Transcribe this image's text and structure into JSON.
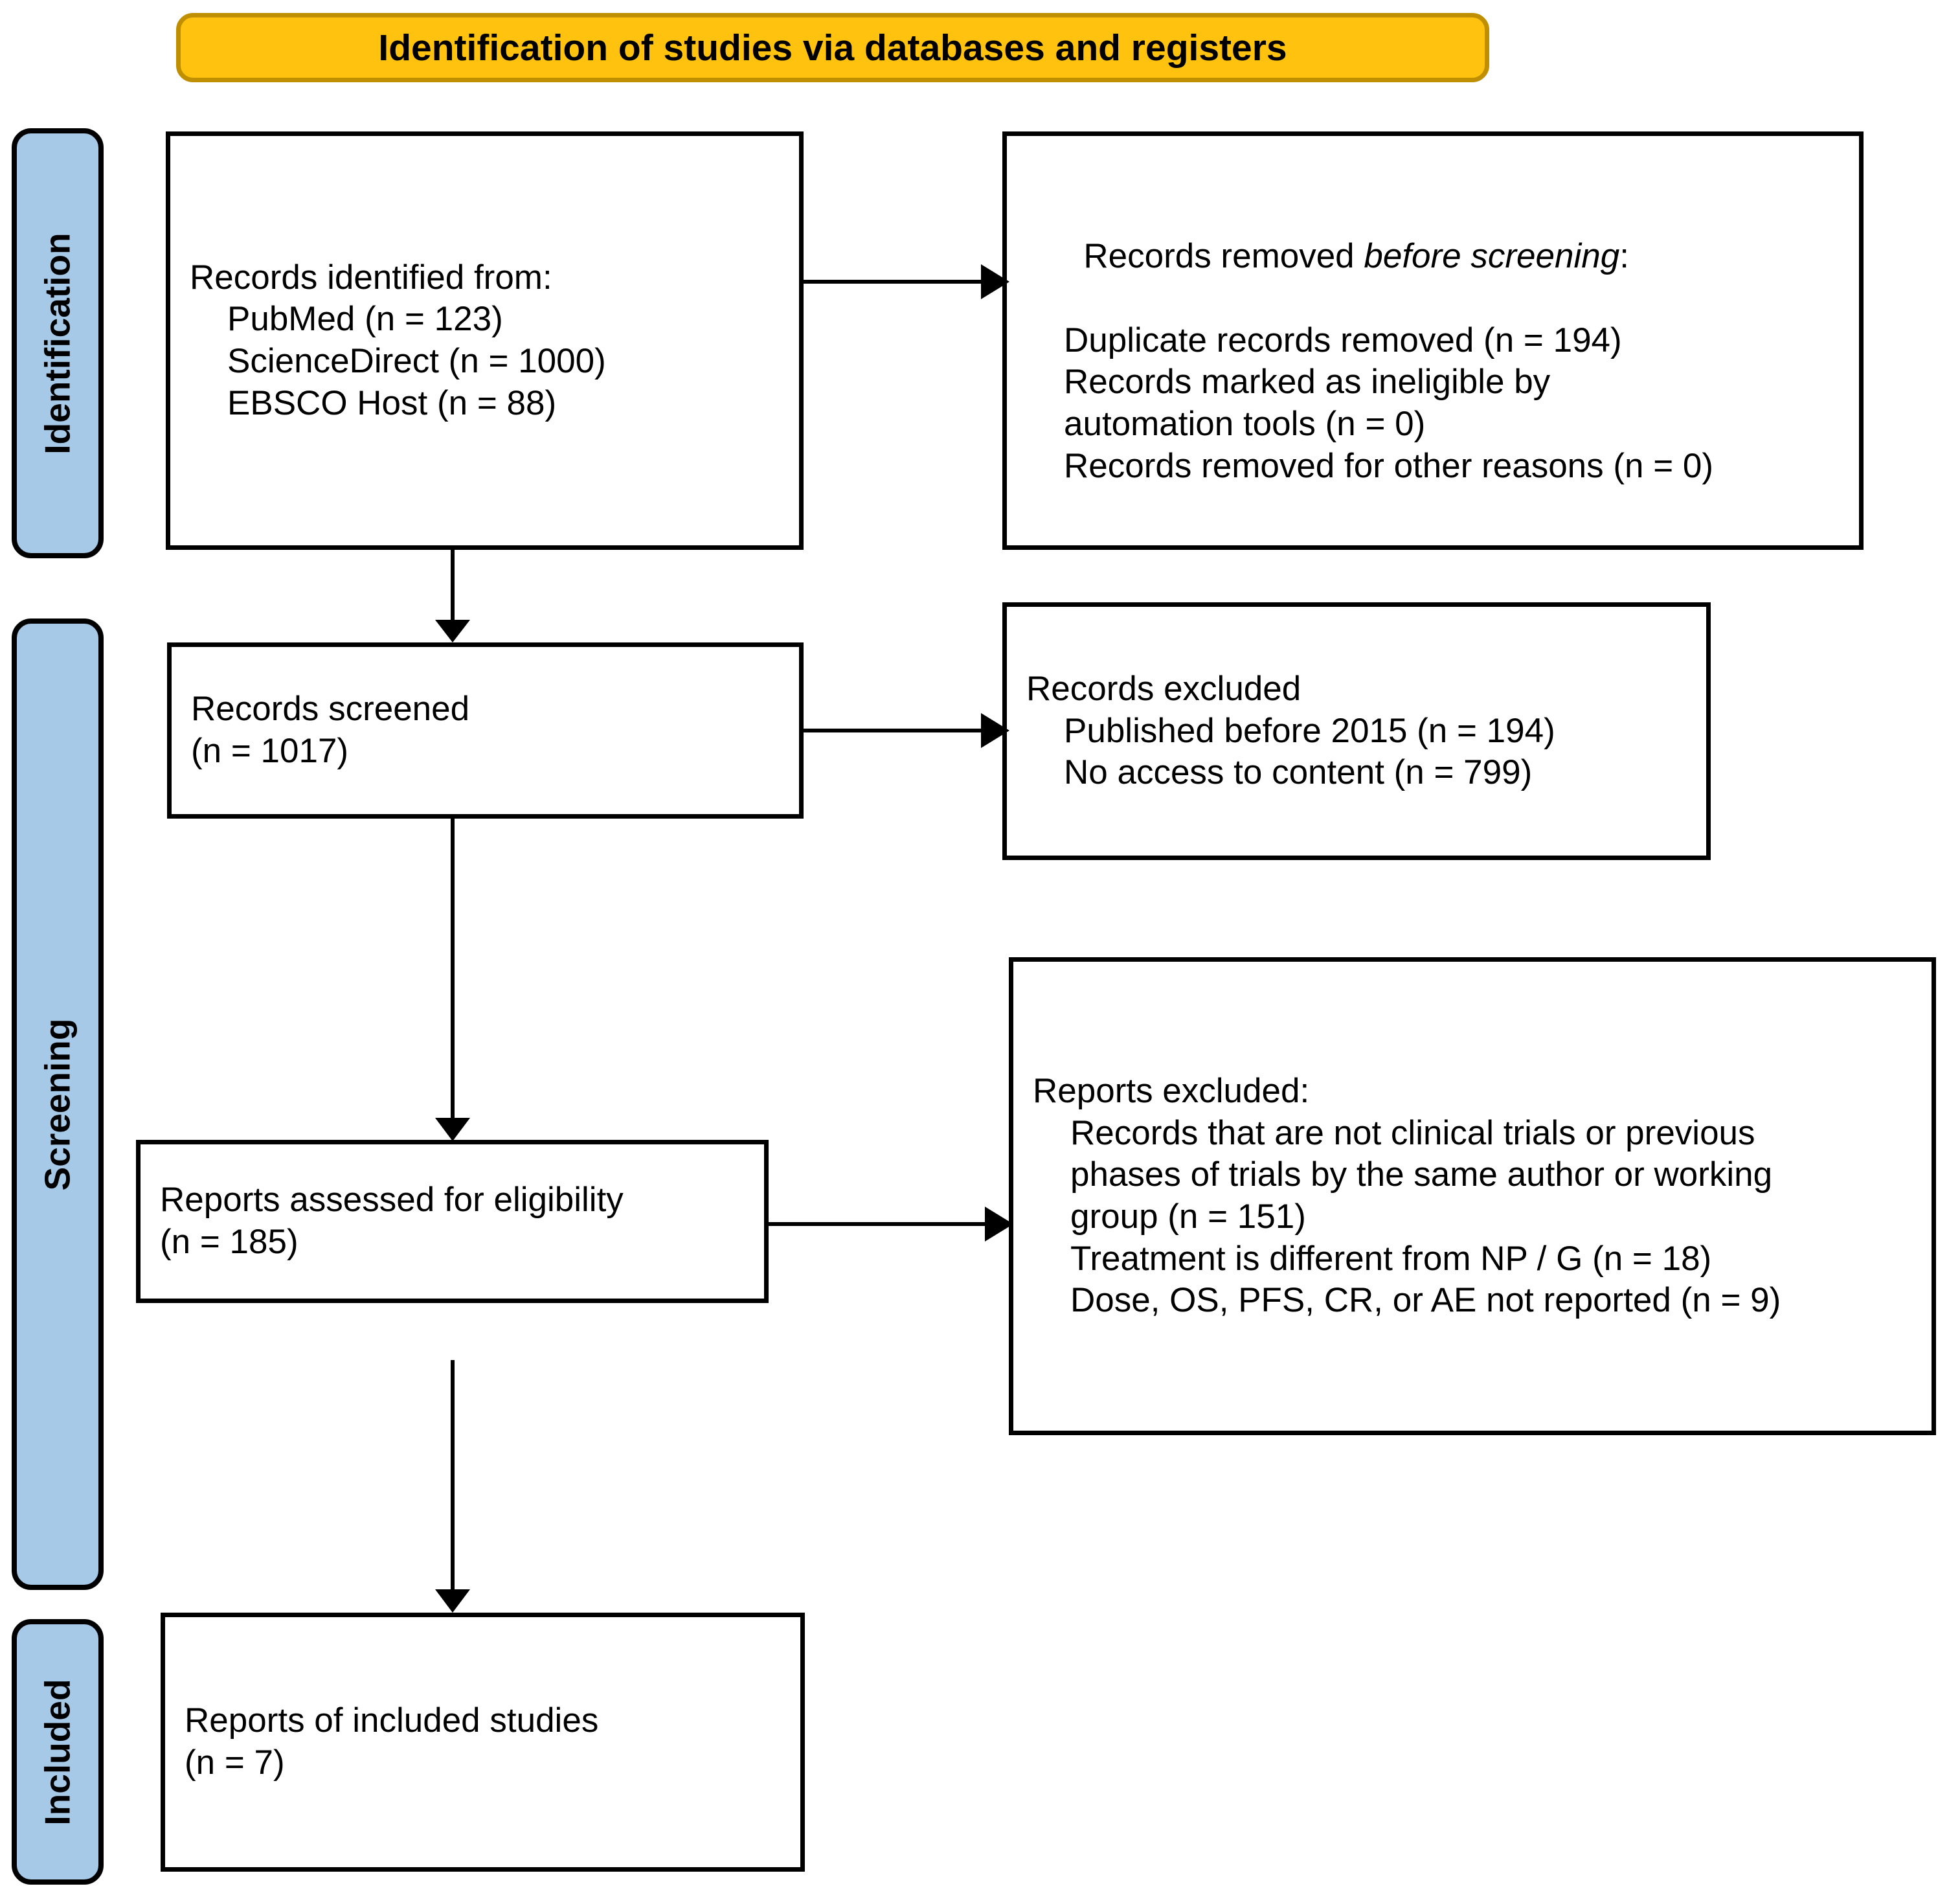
{
  "banner": {
    "title": "Identification of studies via databases and registers",
    "bg_color": "#FFC20E",
    "border_color": "#BF8F00"
  },
  "stages": [
    {
      "label": "Identification"
    },
    {
      "label": "Screening"
    },
    {
      "label": "Included"
    }
  ],
  "stage_tab_color": "#A6C9E8",
  "boxes": {
    "identified": {
      "heading": "Records identified from:",
      "items": [
        "PubMed (n = 123)",
        "ScienceDirect (n = 1000)",
        "EBSCO Host (n = 88)"
      ]
    },
    "removed_before_screening": {
      "heading_prefix": "Records removed ",
      "heading_em": "before screening",
      "heading_suffix": ":",
      "items": [
        "Duplicate records removed (n = 194)",
        "Records marked as ineligible by",
        "automation tools (n = 0)",
        "Records removed for other reasons (n = 0)"
      ]
    },
    "records_screened": {
      "heading": "Records screened",
      "items": [
        "(n = 1017)"
      ]
    },
    "records_excluded": {
      "heading": "Records excluded",
      "items": [
        "Published before 2015 (n = 194)",
        "No access to content (n = 799)"
      ]
    },
    "reports_assessed": {
      "heading": "Reports assessed for eligibility",
      "items": [
        "(n = 185)"
      ]
    },
    "reports_excluded": {
      "heading": "Reports excluded:",
      "items": [
        "Records that are not clinical trials or previous",
        "phases of trials by the same author or working",
        "group (n = 151)",
        "Treatment is different from NP / G (n = 18)",
        "Dose, OS, PFS, CR, or AE not reported (n = 9)"
      ]
    },
    "reports_included": {
      "heading": "Reports of included studies",
      "items": [
        "(n = 7)"
      ]
    }
  },
  "flow_counts": {
    "pubmed": 123,
    "sciencedirect": 1000,
    "ebsco_host": 88,
    "duplicates_removed": 194,
    "ineligible_automation": 0,
    "removed_other_reasons": 0,
    "records_screened": 1017,
    "excluded_published_before_2015": 194,
    "excluded_no_access": 799,
    "reports_assessed": 185,
    "excluded_not_clinical_trials": 151,
    "excluded_treatment_different": 18,
    "excluded_outcomes_not_reported": 9,
    "reports_included": 7
  }
}
